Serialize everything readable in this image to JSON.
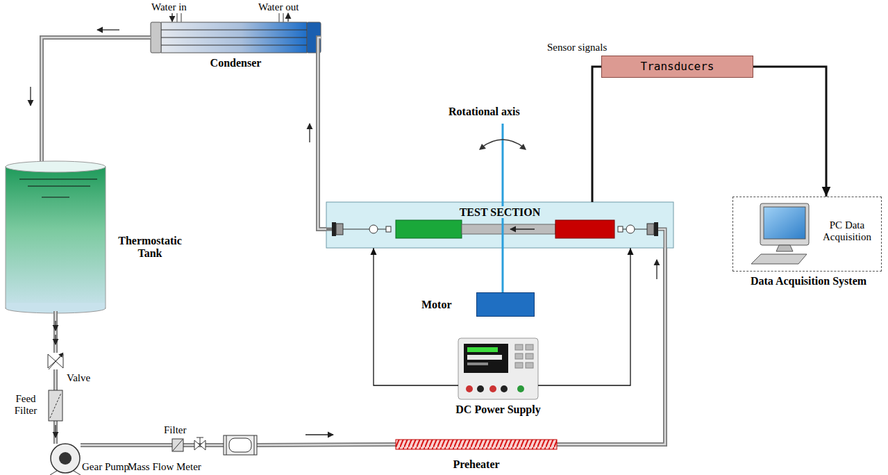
{
  "diagram": {
    "nodes": [
      {
        "text": [
          "Condenser"
        ]
      },
      {
        "text": [
          "Thermostatic Tank"
        ]
      },
      {
        "text": [
          "Valve"
        ]
      },
      {
        "text": [
          "Feed Filter"
        ]
      },
      {
        "text": [
          "Gear Pump"
        ]
      },
      {
        "text": [
          "Filter"
        ]
      },
      {
        "text": [
          "Mass Flow Meter"
        ]
      },
      {
        "text": [
          "Preheater"
        ]
      },
      {
        "text": [
          "TEST SECTION"
        ]
      },
      {
        "text": [
          "Motor"
        ]
      },
      {
        "text": [
          "DC Power Supply"
        ]
      },
      {
        "text": [
          "Transducers"
        ]
      },
      {
        "text": [
          "PC Data Acquisition",
          "Data Acquisition System"
        ]
      }
    ],
    "edges": [
      {
        "from": 0,
        "to": 1,
        "arrow": "none"
      },
      {
        "from": 1,
        "to": 2,
        "arrow": "none"
      },
      {
        "from": 2,
        "to": 3,
        "arrow": "none"
      },
      {
        "from": 3,
        "to": 4,
        "arrow": "none"
      },
      {
        "from": 4,
        "to": 5,
        "arrow": "none"
      },
      {
        "from": 5,
        "to": 6,
        "arrow": "none"
      },
      {
        "from": 6,
        "to": 7,
        "arrow": "none"
      },
      {
        "from": 7,
        "to": 8,
        "arrow": "none"
      },
      {
        "from": 8,
        "to": 0,
        "arrow": "none"
      },
      {
        "from": 10,
        "to": 8,
        "arrow": "to"
      },
      {
        "from": 10,
        "to": 8,
        "arrow": "to"
      },
      {
        "from": 8,
        "to": 11,
        "arrow": "none"
      },
      {
        "from": 11,
        "to": 12,
        "arrow": "to"
      }
    ],
    "labels": [
      "Water in",
      "Water out",
      "Sensor signals",
      "Rotational axis"
    ]
  }
}
